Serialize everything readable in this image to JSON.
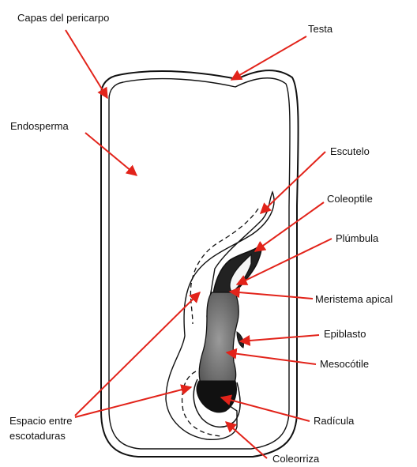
{
  "colors": {
    "arrow": "#e2231a",
    "ink": "#111111",
    "background": "#ffffff"
  },
  "labels": {
    "capas_pericarpo": "Capas del pericarpo",
    "testa": "Testa",
    "endosperma": "Endosperma",
    "escutelo": "Escutelo",
    "coleoptile": "Coleoptile",
    "plumbula": "Plúmbula",
    "meristema_apical": "Meristema apical",
    "epiblasto": "Epiblasto",
    "mesocotile": "Mesocótile",
    "espacio_line1": "Espacio entre",
    "espacio_line2": "escotaduras",
    "radicula": "Radícula",
    "coleorriza": "Coleorriza"
  }
}
